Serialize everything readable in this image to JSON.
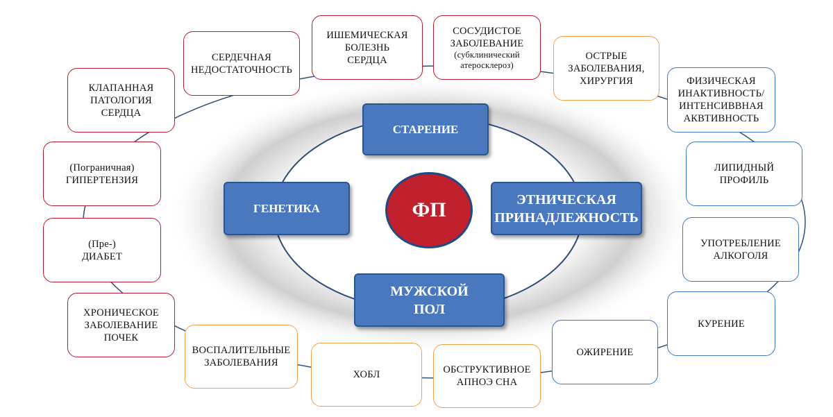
{
  "center": "ФП",
  "factors": {
    "aging": "СТАРЕНИЕ",
    "genetics": "ГЕНЕТИКА",
    "ethnicity": [
      "ЭТНИЧЕСКАЯ",
      "ПРИНАДЛЕЖНОСТЬ"
    ],
    "male": [
      "МУЖСКОЙ",
      "ПОЛ"
    ]
  },
  "conditions": {
    "heart_failure": [
      "СЕРДЕЧНАЯ",
      "НЕДОСТАТОЧНОСТЬ"
    ],
    "ischemic": [
      "ИШЕМИЧЕСКАЯ",
      "БОЛЕЗНЬ",
      "СЕРДЦА"
    ],
    "vascular": [
      "СОСУДИСТОЕ",
      "ЗАБОЛЕВАНИЕ",
      "(субклинический",
      "атеросклероз)"
    ],
    "acute": [
      "ОСТРЫЕ",
      "ЗАБОЛЕВАНИЯ,",
      "ХИРУРГИЯ"
    ],
    "valvular": [
      "КЛАПАННАЯ",
      "ПАТОЛОГИЯ",
      "СЕРДЦА"
    ],
    "hypertension": [
      "(Пограничная)",
      "ГИПЕРТЕНЗИЯ"
    ],
    "diabetes": [
      "(Пре-)",
      "ДИАБЕТ"
    ],
    "kidney": [
      "ХРОНИЧЕСКОЕ",
      "ЗАБОЛЕВАНИЕ",
      "ПОЧЕК"
    ],
    "inflammatory": [
      "ВОСПАЛИТЕЛЬНЫЕ",
      "ЗАБОЛЕВАНИЯ"
    ],
    "copd": "ХОБЛ",
    "apnea": [
      "ОБСТРУКТИВНОЕ",
      "АПНОЭ СНА"
    ],
    "activity": [
      "ФИЗИЧЕСКАЯ",
      "ИНАКТИВНОСТЬ/",
      "ИНТЕНСИВВНАЯ",
      "АКВТИВНОСТЬ"
    ],
    "lipid": [
      "ЛИПИДНЫЙ",
      "ПРОФИЛЬ"
    ],
    "alcohol": [
      "УПОТРЕБЛЕНИЕ",
      "АЛКОГОЛЯ"
    ],
    "smoking": "КУРЕНИЕ",
    "obesity": "ОЖИРЕНИЕ"
  },
  "colors": {
    "cardiac_border": "#b8192c",
    "inflammatory_border": "#f2a04a",
    "lifestyle_border": "#3d78c4",
    "factor_fill": "#4a78bf",
    "center_fill": "#c0202c"
  }
}
